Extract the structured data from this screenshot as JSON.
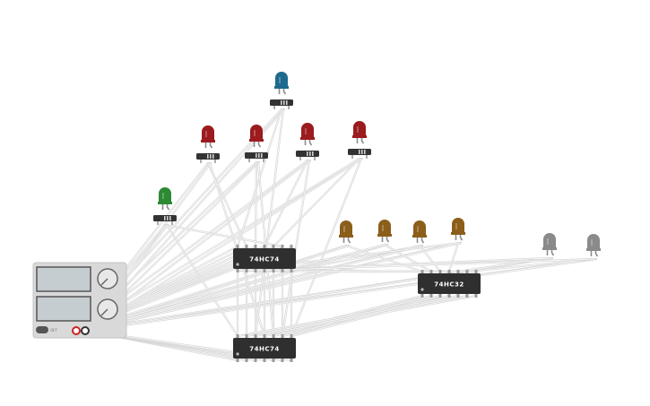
{
  "circuit": {
    "colors": {
      "background": "#ffffff",
      "wire": "#d6d6d6",
      "wire_highlight": "#ffffff",
      "chip_body": "#2f2f2f",
      "chip_pin": "#9a9a9a",
      "chip_label": "#ffffff",
      "psu_body": "#d9d9d9",
      "psu_screen": "#c5cdd1",
      "psu_knob": "#e8e8e8",
      "resistor": "#333333",
      "led_blue": "#1e6a8e",
      "led_red": "#9b1b1f",
      "led_green": "#2c8a32",
      "led_amber": "#8b5e1a",
      "led_gray": "#8a8a8a",
      "led_leg": "#8c8c8c"
    },
    "chips": [
      {
        "id": "chip-74hc74-top",
        "label": "74HC74"
      },
      {
        "id": "chip-74hc74-bottom",
        "label": "74HC74"
      },
      {
        "id": "chip-74hc32",
        "label": "74HC32"
      }
    ],
    "psu": {
      "switch_label": "OFF"
    },
    "leds": [
      {
        "id": "led-blue",
        "color": "blue"
      },
      {
        "id": "led-red-1",
        "color": "red"
      },
      {
        "id": "led-red-2",
        "color": "red"
      },
      {
        "id": "led-red-3",
        "color": "red"
      },
      {
        "id": "led-red-4",
        "color": "red"
      },
      {
        "id": "led-green",
        "color": "green"
      },
      {
        "id": "led-amber-1",
        "color": "amber"
      },
      {
        "id": "led-amber-2",
        "color": "amber"
      },
      {
        "id": "led-amber-3",
        "color": "amber"
      },
      {
        "id": "led-amber-4",
        "color": "amber"
      },
      {
        "id": "led-gray-1",
        "color": "gray"
      },
      {
        "id": "led-gray-2",
        "color": "gray"
      }
    ]
  }
}
